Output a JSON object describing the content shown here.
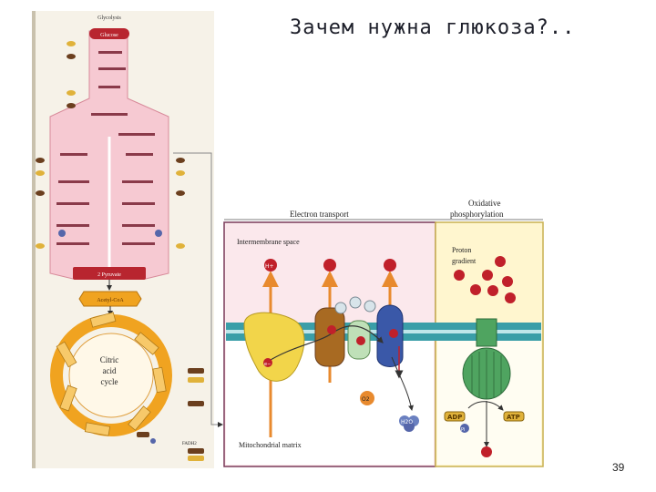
{
  "slide": {
    "title": "Зачем нужна глюкоза?..",
    "page_number": "39"
  },
  "glycolysis": {
    "header": "Glycolysis",
    "glucose": "Glucose",
    "pyruvate": "2 Pyruvate",
    "acetyl_coa": "Acetyl-CoA"
  },
  "citric_acid": {
    "label_line1": "Citric",
    "label_line2": "acid",
    "label_line3": "cycle",
    "fadh": "FADH2"
  },
  "etc": {
    "electron_transport": "Electron transport",
    "oxidative_line1": "Oxidative",
    "oxidative_line2": "phosphorylation",
    "intermembrane": "Intermembrane space",
    "proton_line1": "Proton",
    "proton_line2": "gradient",
    "matrix": "Mitochondrial matrix",
    "h_plus": "H+",
    "e_minus": "e−",
    "o2": "O2",
    "h2o": "H2O",
    "adp": "ADP",
    "pi": "Pi",
    "atp": "ATP"
  },
  "colors": {
    "glycolysis_fill": "#f6c9d2",
    "pyruvate_red": "#b8252f",
    "cycle_orange": "#f0a320",
    "membrane_teal": "#3a9ea8",
    "ims_fill": "#fbe8ec",
    "arrow_orange": "#e88a2e",
    "synthase_green": "#4fa460",
    "cytochrome_blue": "#3a58a8",
    "complex_yellow": "#f2d54a"
  }
}
